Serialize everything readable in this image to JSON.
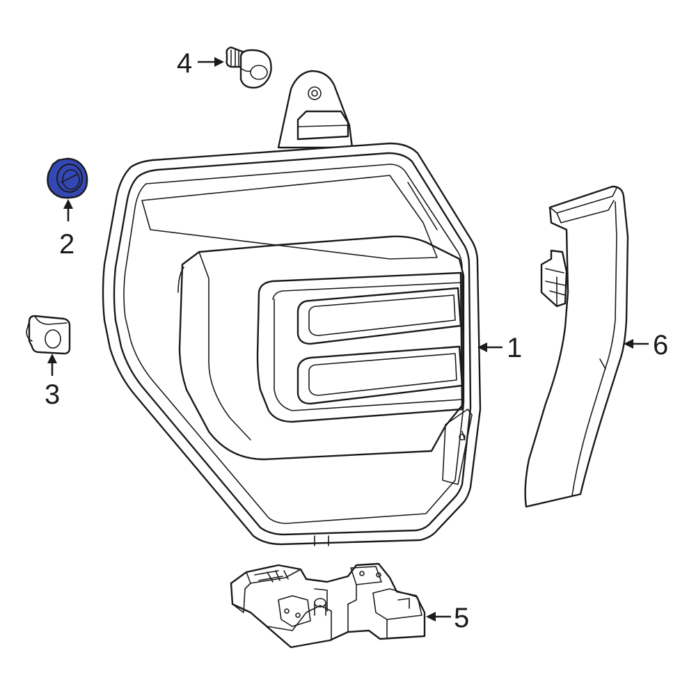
{
  "diagram": {
    "colors": {
      "line": "#1a1a1a",
      "highlight_fill": "#3347b5",
      "background": "#ffffff"
    },
    "callouts": [
      {
        "id": "1",
        "label": "1",
        "part": "tail-lamp-assembly"
      },
      {
        "id": "2",
        "label": "2",
        "part": "retainer-clip",
        "highlighted": true
      },
      {
        "id": "3",
        "label": "3",
        "part": "grommet"
      },
      {
        "id": "4",
        "label": "4",
        "part": "bolt"
      },
      {
        "id": "5",
        "label": "5",
        "part": "bulb-socket-bracket"
      },
      {
        "id": "6",
        "label": "6",
        "part": "seal-trim"
      }
    ]
  }
}
